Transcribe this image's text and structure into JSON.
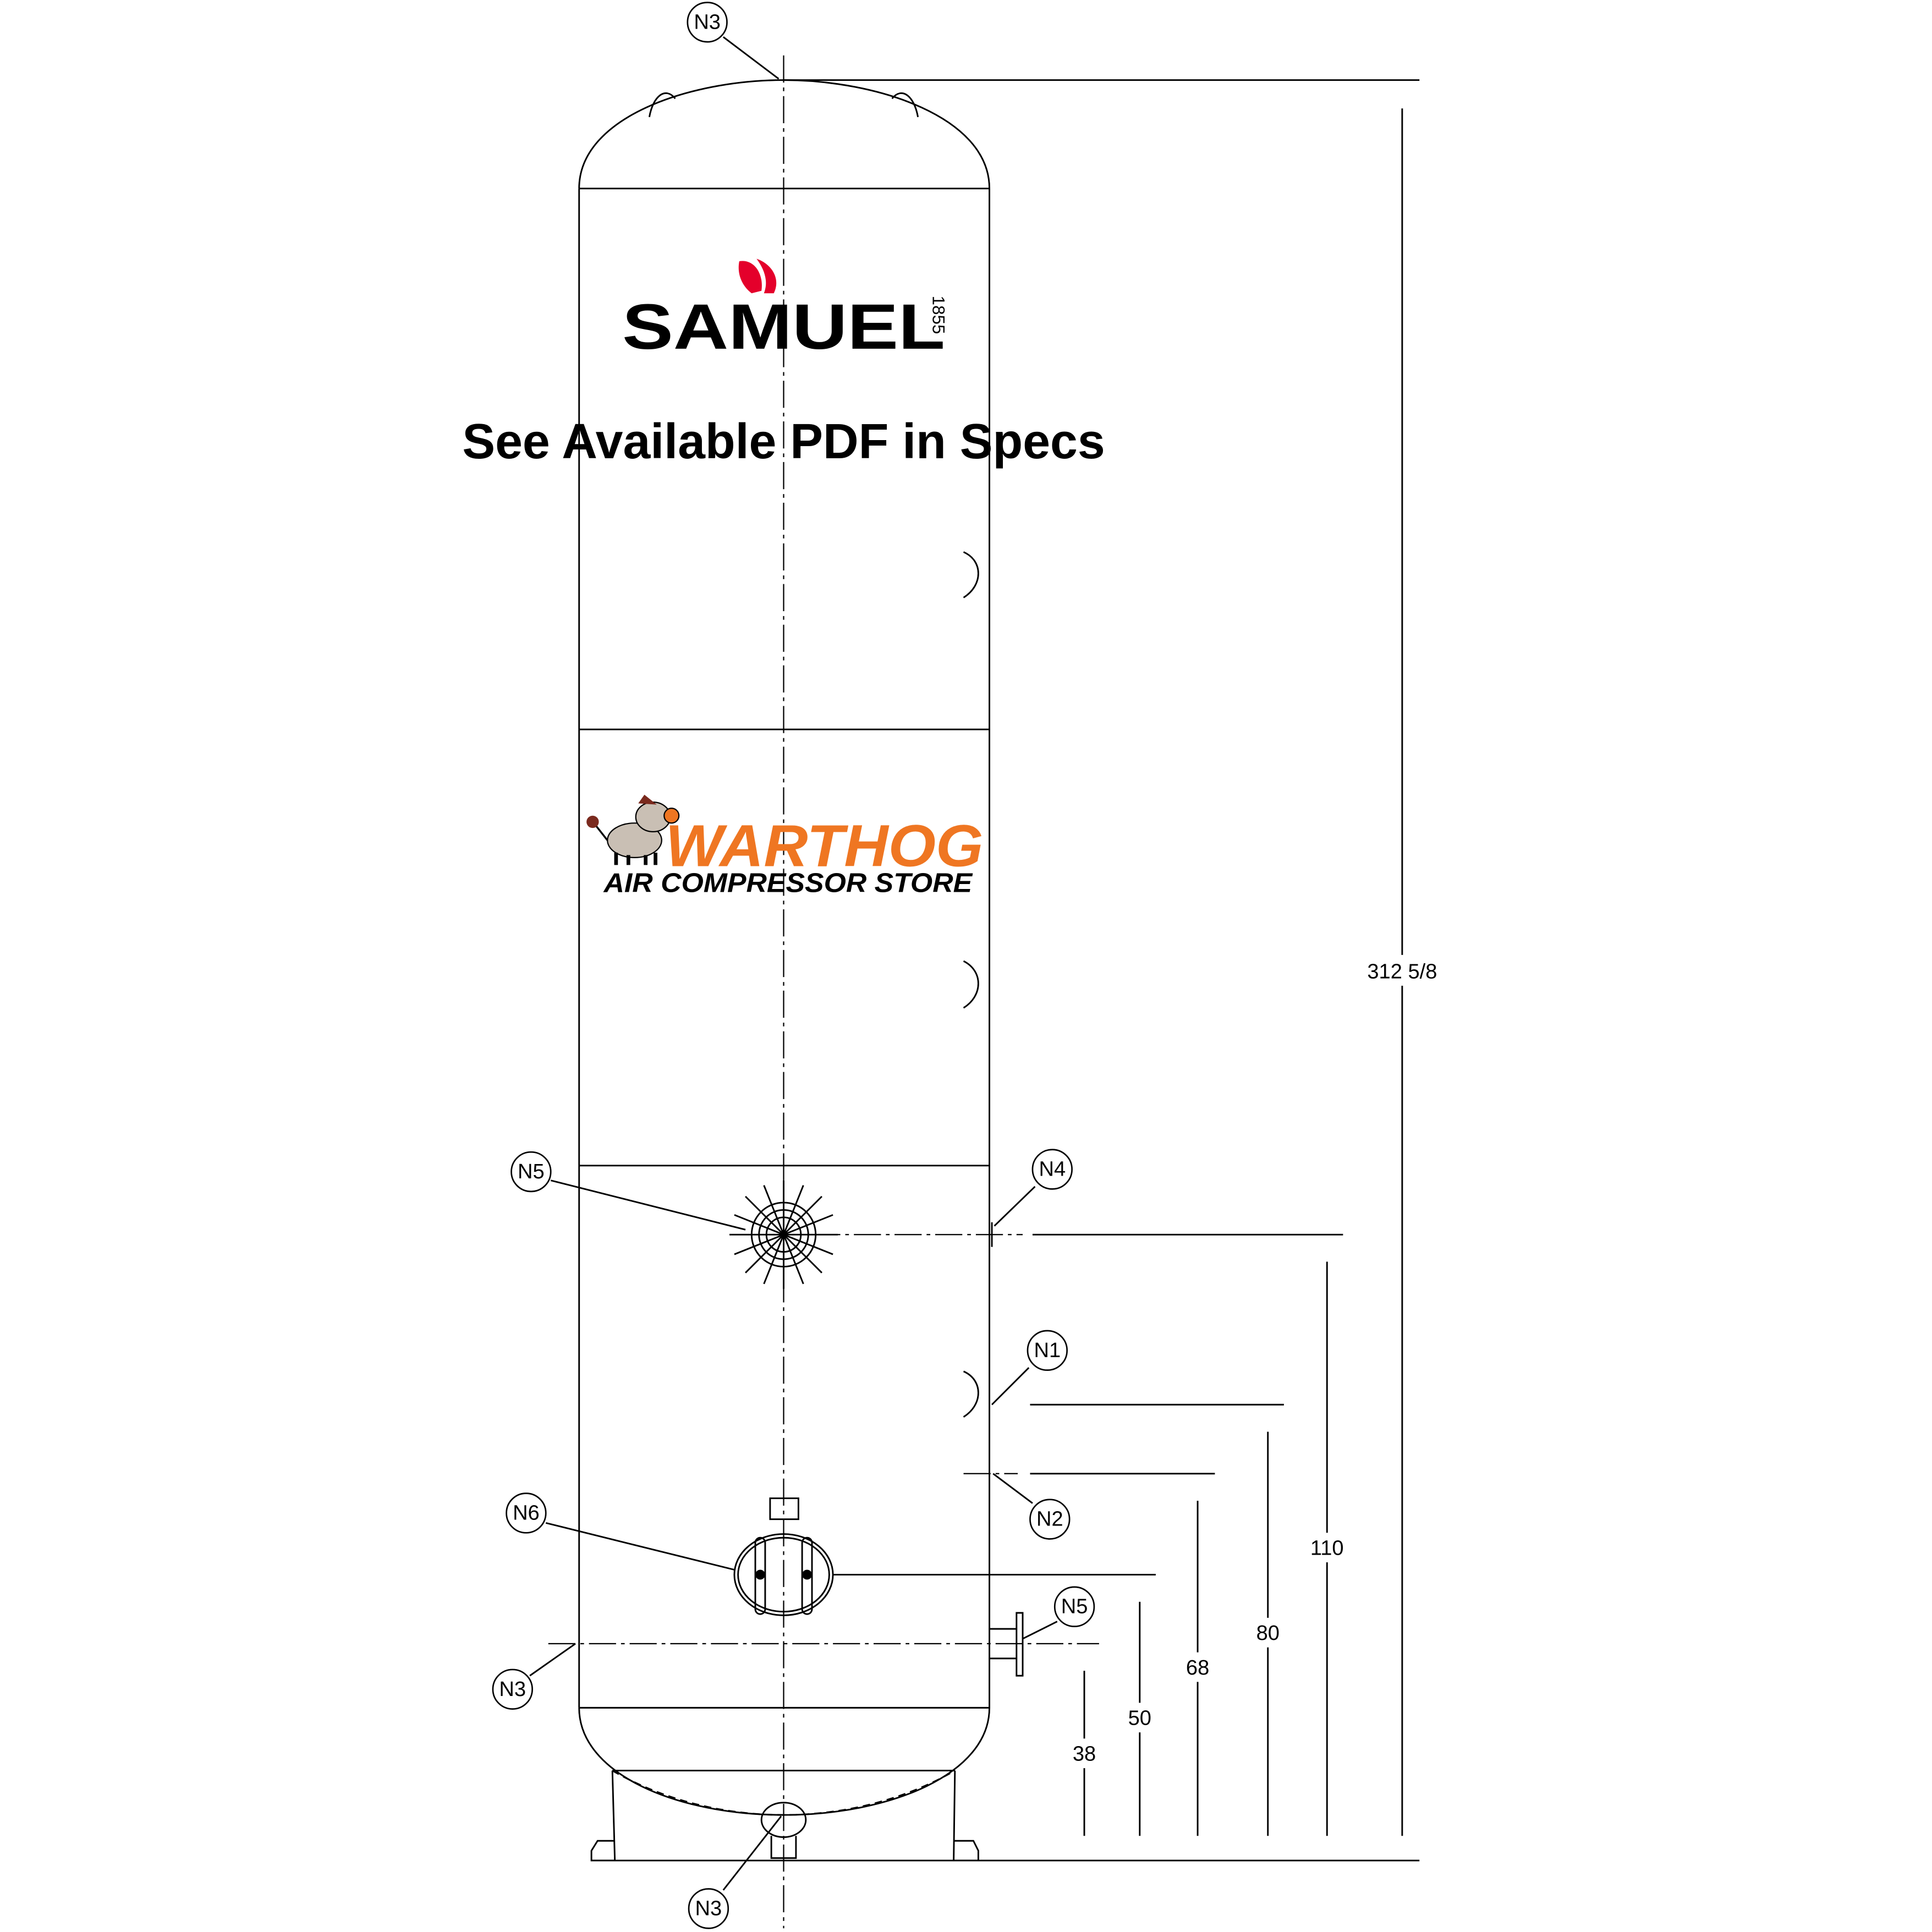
{
  "notice": "See Available PDF in Specs",
  "logos": {
    "samuel": {
      "name": "SAMUEL",
      "year": "1855",
      "color": "#e4002b"
    },
    "warthog": {
      "name": "WARTHOG",
      "tagline": "AIR COMPRESSOR STORE",
      "color": "#ef7622"
    }
  },
  "nozzles": [
    "N3",
    "N5",
    "N4",
    "N1",
    "N2",
    "N6",
    "N5",
    "N3",
    "N3"
  ],
  "dimensions": {
    "overall": "312 5/8",
    "d110": "110",
    "d80": "80",
    "d68": "68",
    "d50": "50",
    "d38": "38"
  }
}
